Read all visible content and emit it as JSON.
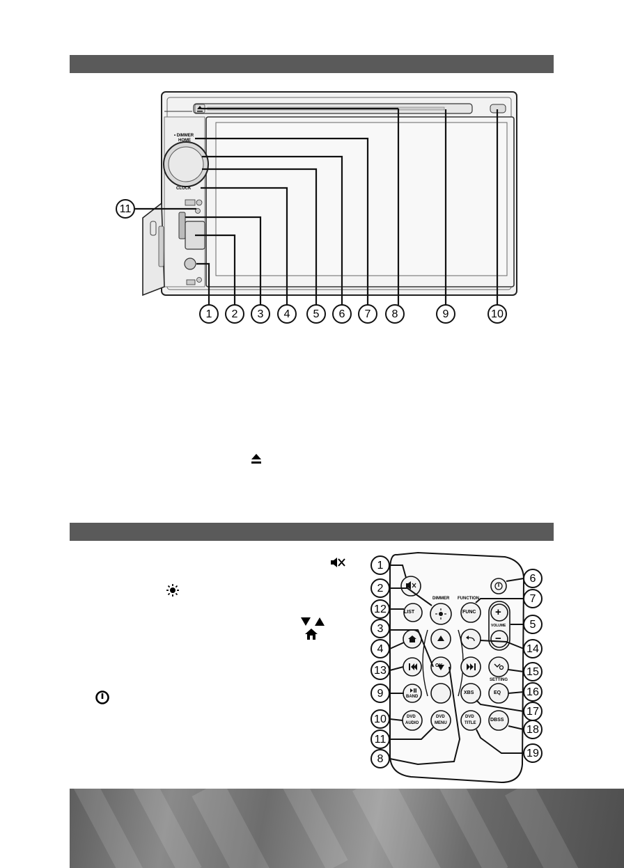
{
  "head_unit": {
    "labels": {
      "dimmer": "• DIMMER",
      "home": "HOME",
      "clock": "CLOCK"
    },
    "callouts": [
      "1",
      "2",
      "3",
      "4",
      "5",
      "6",
      "7",
      "8",
      "9",
      "10",
      "11"
    ]
  },
  "remote": {
    "buttons": {
      "list": "LIST",
      "func": "FUNC",
      "ok": "OK",
      "band": "BAND",
      "eq": "EQ",
      "xbs": "XBS",
      "dbss": "DBSS",
      "dvd_audio_1": "DVD",
      "dvd_audio_2": "AUDIO",
      "dvd_menu_1": "DVD",
      "dvd_menu_2": "MENU",
      "dvd_title_1": "DVD",
      "dvd_title_2": "TITLE",
      "plus": "+",
      "minus": "−"
    },
    "labels": {
      "dimmer": "DIMMER",
      "function": "FUNCTION",
      "volume": "VOLUME",
      "setting": "SETTING"
    },
    "callouts": [
      "1",
      "2",
      "12",
      "3",
      "4",
      "13",
      "9",
      "10",
      "11",
      "8",
      "6",
      "7",
      "5",
      "14",
      "15",
      "16",
      "17",
      "18",
      "19"
    ]
  },
  "icons": [
    "eject-icon",
    "mute-icon",
    "dimmer-sun-icon",
    "arrow-down-up-icon",
    "home-icon",
    "power-icon"
  ],
  "colors": {
    "section_bar": "#5a5a5a"
  }
}
